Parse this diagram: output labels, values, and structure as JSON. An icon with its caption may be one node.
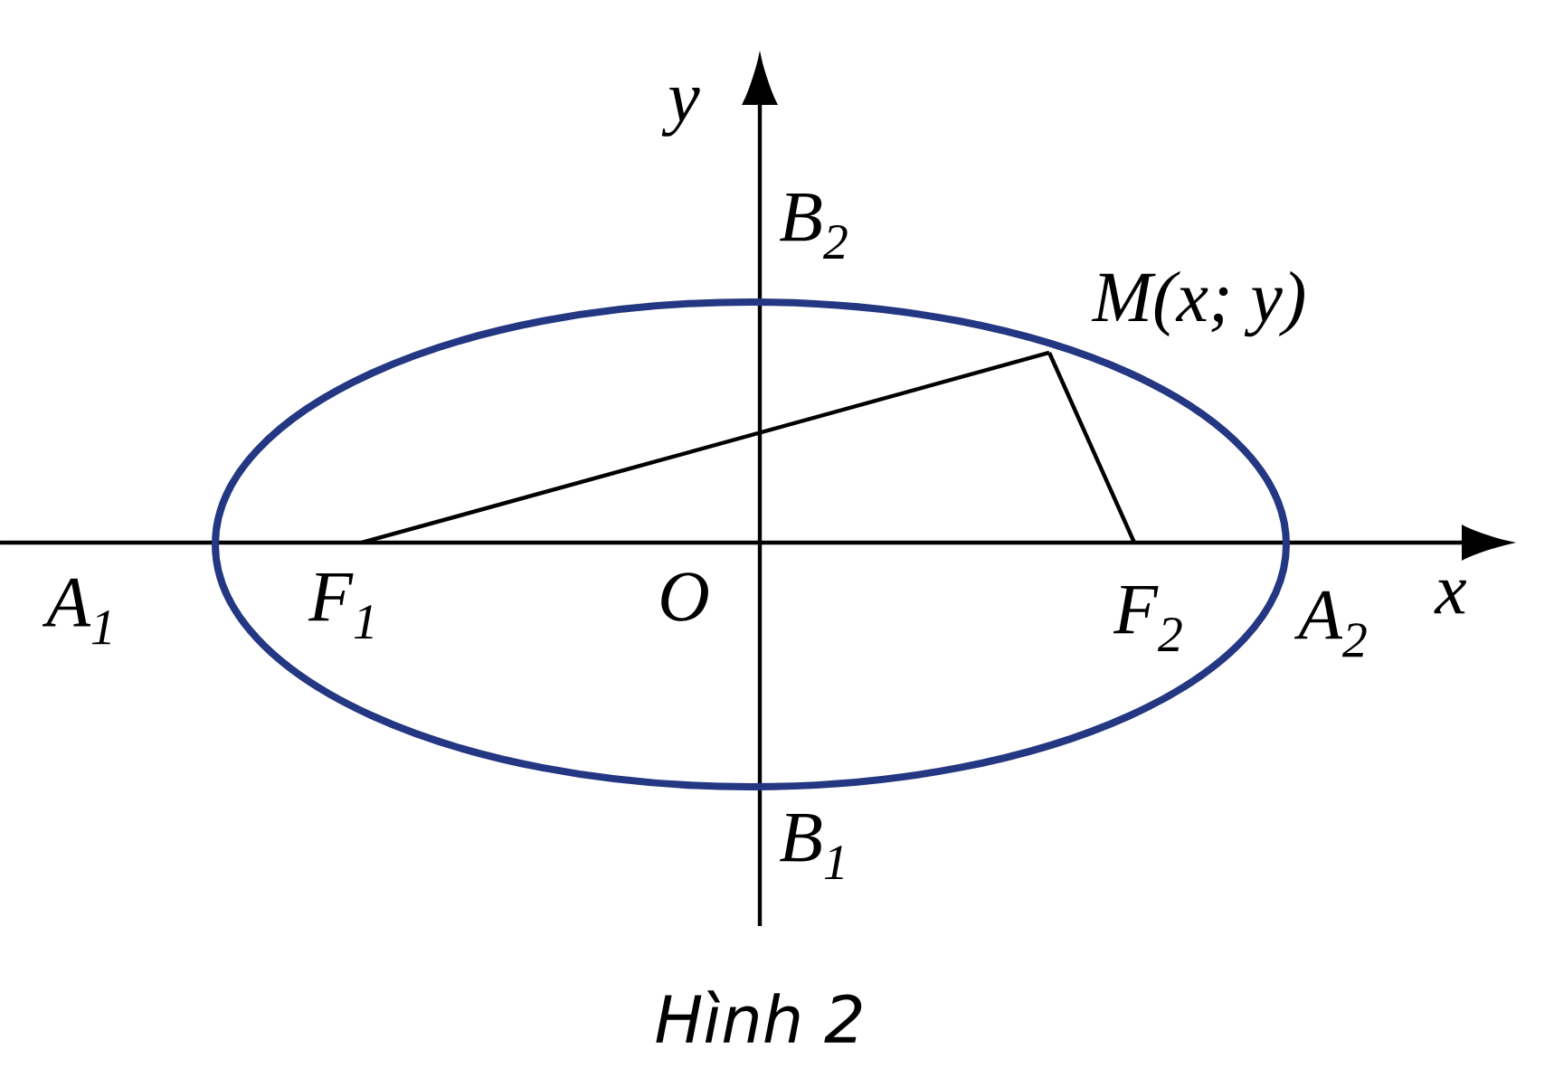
{
  "diagram": {
    "caption": "Hình 2",
    "nodes": [
      {
        "text": [
          "M(x; y)"
        ]
      },
      {
        "text": [
          "F$_{1}$"
        ]
      },
      {
        "text": [
          "F$_{2}$"
        ]
      }
    ],
    "edges": [
      {
        "from": 1,
        "to": 0,
        "arrow": "none"
      },
      {
        "from": 0,
        "to": 2,
        "arrow": "none"
      }
    ],
    "labels": [
      "y",
      "B$_{2}$",
      "A$_{1}$",
      "O",
      "A$_{2}$",
      "x",
      "B$_{1}$"
    ]
  }
}
